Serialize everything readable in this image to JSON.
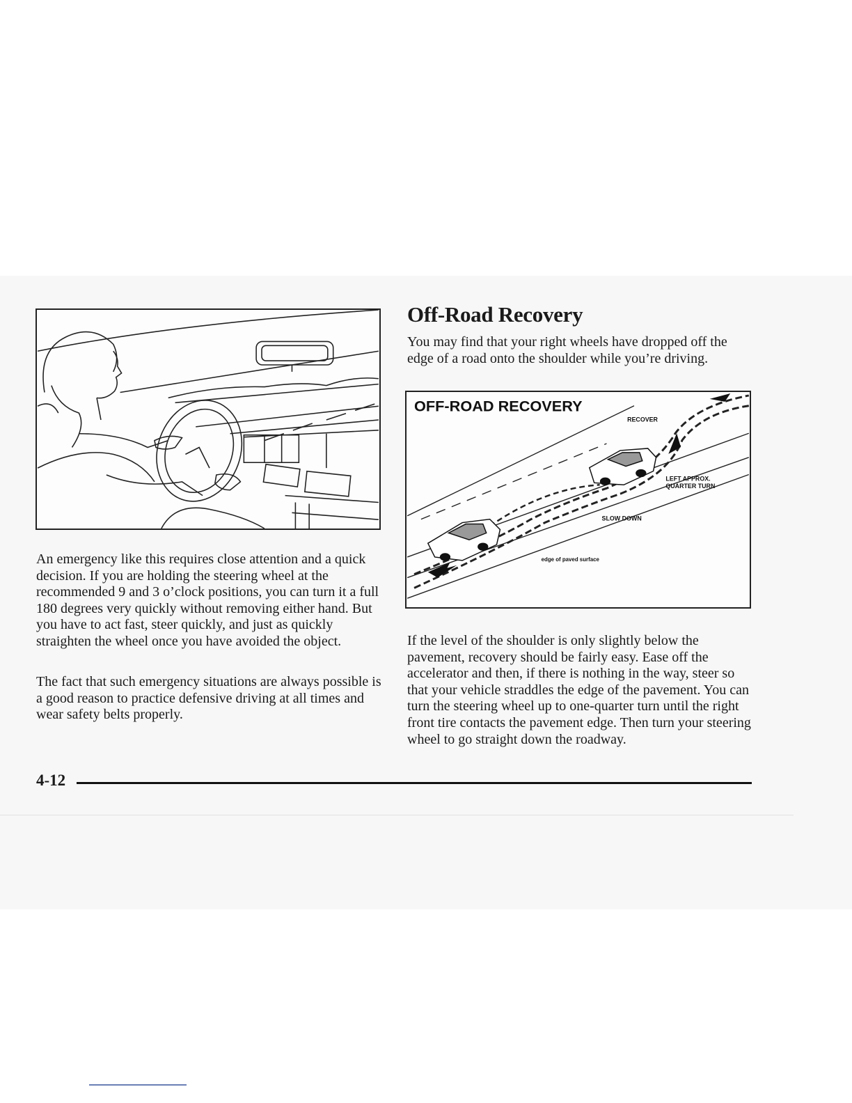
{
  "heading": "Off-Road Recovery",
  "intro": "You may find that your right wheels have dropped off the edge of a road onto the shoulder while you’re driving.",
  "left_paragraphs": [
    "An emergency like this requires close attention and a quick decision. If you are holding the steering wheel at the recommended 9 and 3 o’clock positions, you can turn it a full 180 degrees very quickly without removing either hand. But you have to act fast, steer quickly, and just as quickly straighten the wheel once you have avoided the object.",
    "The fact that such emergency situations are always possible is a good reason to practice defensive driving at all times and wear safety belts properly."
  ],
  "right_paragraph": "If the level of the shoulder is only slightly below the pavement, recovery should be fairly easy. Ease off the accelerator and then, if there is nothing in the way, steer so that your vehicle straddles the edge of the pavement. You can turn the steering wheel up to one-quarter turn until the right front tire contacts the pavement edge. Then turn your steering wheel to go straight down the roadway.",
  "diagram": {
    "title": "OFF-ROAD RECOVERY",
    "label_recover": "RECOVER",
    "label_left_approx_1": "LEFT APPROX.",
    "label_left_approx_2": "QUARTER TURN",
    "label_slow_down": "SLOW DOWN",
    "label_edge": "edge of paved surface"
  },
  "footer": {
    "page_number": "4-12"
  }
}
